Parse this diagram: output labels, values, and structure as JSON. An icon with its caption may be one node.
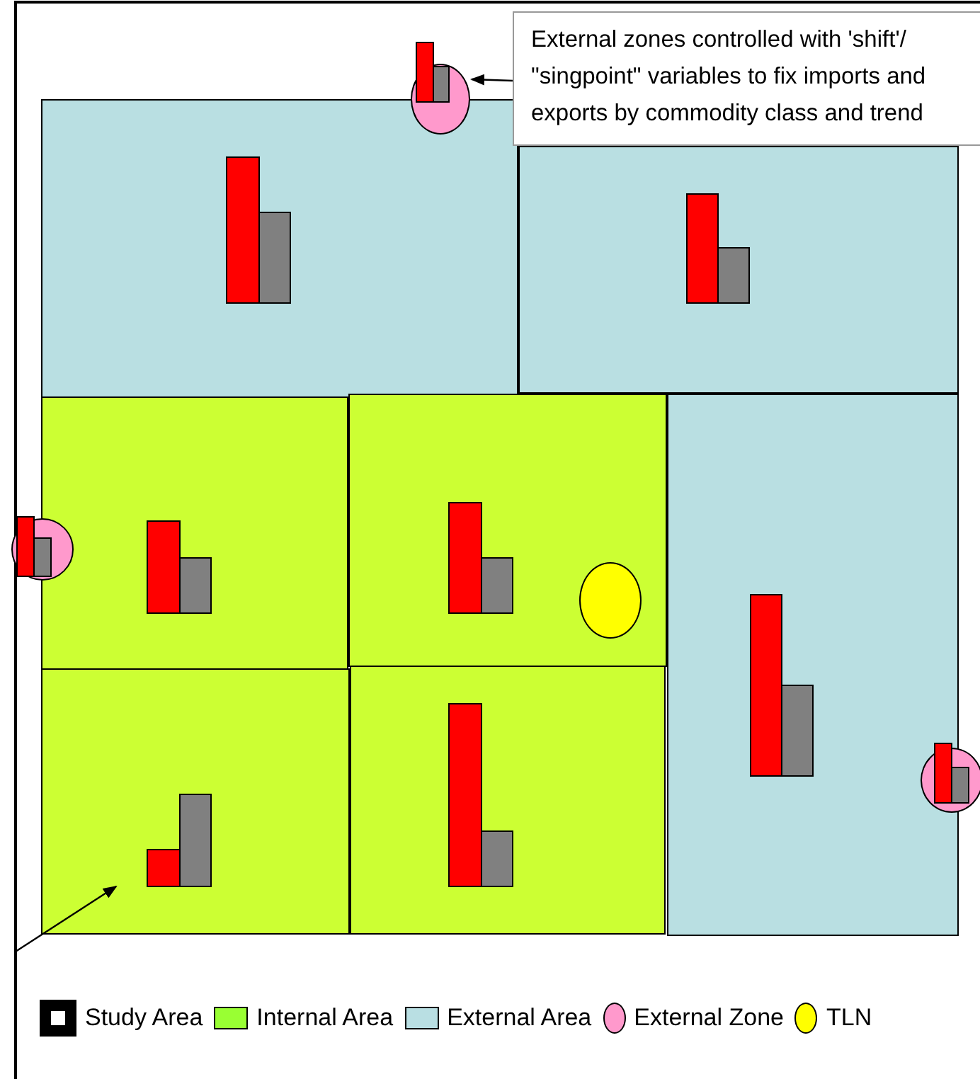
{
  "diagram": {
    "nodes": [
      {
        "text": [],
        "shape": "circle"
      },
      {
        "text": [
          "External zones controlled with 'shift'/ \"singpoint\" variables to fix imports and exports by commodity class and trend"
        ]
      },
      {
        "text": [],
        "shape": "box"
      },
      {
        "text": [],
        "shape": "box"
      },
      {
        "text": [],
        "shape": "circle"
      },
      {
        "text": [],
        "shape": "box"
      },
      {
        "text": [],
        "shape": "box"
      },
      {
        "text": [],
        "shape": "circle",
        "in": 6
      },
      {
        "text": [],
        "shape": "box"
      },
      {
        "text": [],
        "shape": "circle"
      },
      {
        "text": [],
        "shape": "box"
      },
      {
        "text": [],
        "shape": "box"
      }
    ],
    "edges": [
      {
        "from": 1,
        "to": 0,
        "arrow": "to"
      },
      {
        "from": null,
        "to": 10,
        "arrow": "to"
      }
    ],
    "legend": [
      {
        "text": "Study Area"
      },
      {
        "text": "Internal Area",
        "color": "#99ff33"
      },
      {
        "text": "External Area",
        "color": "#b9dfe3"
      },
      {
        "text": "External Zone",
        "color": "#ff99cc"
      },
      {
        "text": "TLN",
        "color": "#ffff00"
      }
    ]
  }
}
